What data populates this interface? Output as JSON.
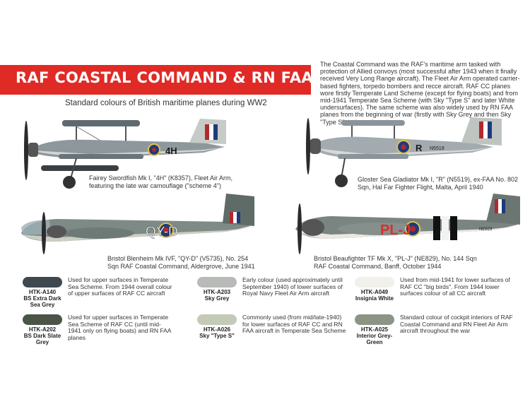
{
  "title": "RAF COASTAL COMMAND & RN FAA PAINT SET",
  "subtitle": "Standard colours of British maritime planes during WW2",
  "description": "The Coastal Command was the RAF's maritime arm tasked with protection of Allied convoys (most successful after 1943 when it finally received Very Long Range aircraft). The Fleet Air Arm operated carrier-based fighters, torpedo bombers and recce aircraft. RAF CC planes wore firstly Temperate Land Scheme (except for flying boats) and from mid-1941 Temperate Sea Scheme (with Sky \"Type S\" and later White undersurfaces). The same scheme was also widely used by RN FAA planes from the beginning of war (firstly with Sky Grey and then Sky \"Type S\" undersurfaces).",
  "planes": [
    {
      "name": "swordfish",
      "markings": "4H",
      "caption": "Fairey Swordfish Mk I, \"4H\" (K8357), Fleet Air Arm, featuring the late war camouflage (\"scheme 4\")"
    },
    {
      "name": "gladiator",
      "markings": "R",
      "serial": "N5519",
      "caption": "Gloster Sea Gladiator Mk I, \"R\" (N5519), ex-FAA No. 802 Sqn, Hal Far Fighter Flight, Malta, April 1940"
    },
    {
      "name": "blenheim",
      "markings": "QY-D",
      "caption": "Bristol Blenheim Mk IVF, \"QY-D\" (V5735), No. 254 Sqn RAF Coastal Command, Aldergrove, June 1941"
    },
    {
      "name": "beaufighter",
      "markings": "PL-J",
      "serial": "NE829",
      "caption": "Bristol Beaufighter TF Mk X, \"PL-J\" (NE829), No. 144 Sqn RAF Coastal Command, Banff, October 1944"
    }
  ],
  "paints": [
    {
      "code": "HTK-A140",
      "name": "BS Extra Dark Sea Grey",
      "color": "#3f474f",
      "desc": "Used for upper surfaces in Temperate Sea Scheme. From 1944 overall colour of upper surfaces of RAF CC aircraft"
    },
    {
      "code": "HTK-A202",
      "name": "BS Dark Slate Grey",
      "color": "#4a5548",
      "desc": "Used for upper surfaces in Temperate Sea Scheme of RAF CC (until mid-1941 only on flying boats) and RN FAA planes"
    },
    {
      "code": "HTK-A203",
      "name": "Sky Grey",
      "color": "#b7bab7",
      "desc": "Early colour (used approximately until September 1940) of lower surfaces of Royal Navy Fleet Air Arm aircraft"
    },
    {
      "code": "HTK-A026",
      "name": "Sky \"Type S\"",
      "color": "#c3cab6",
      "desc": "Commonly used (from mid/late-1940) for lower surfaces of RAF CC and RN FAA aircraft in Temperate Sea Scheme"
    },
    {
      "code": "HTK-A049",
      "name": "Insignia White",
      "color": "#f1f0ea",
      "desc": "Used from mid-1941 for lower surfaces of RAF CC \"big birds\". From 1944 lower surfaces colour of all CC aircraft"
    },
    {
      "code": "HTK-A025",
      "name": "Interior Grey-Green",
      "color": "#8c9585",
      "desc": "Standard colour of cockpit interiors of RAF Coastal Command and RN Fleet Air Arm aircraft throughout the war"
    }
  ]
}
